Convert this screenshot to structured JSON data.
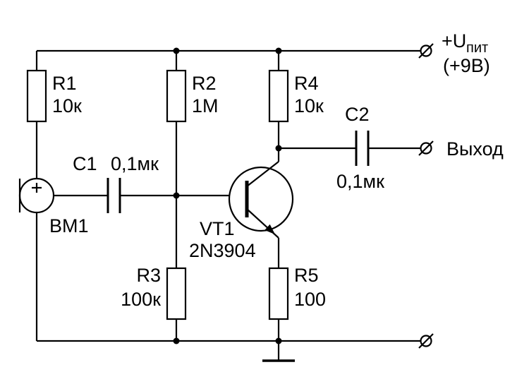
{
  "diagram": {
    "type": "circuit-schematic",
    "description": "Single-transistor microphone amplifier stage",
    "power": {
      "u": "+U",
      "sub": "пит",
      "volts": "(+9В)"
    },
    "output": {
      "label": "Выход"
    },
    "components": {
      "r1": {
        "ref": "R1",
        "value": "10к"
      },
      "r2": {
        "ref": "R2",
        "value": "1М"
      },
      "r3": {
        "ref": "R3",
        "value": "100к"
      },
      "r4": {
        "ref": "R4",
        "value": "10к"
      },
      "r5": {
        "ref": "R5",
        "value": "100"
      },
      "c1": {
        "ref": "C1",
        "value": "0,1мк"
      },
      "c2": {
        "ref": "C2",
        "value": "0,1мк"
      },
      "vt1": {
        "ref": "VT1",
        "value": "2N3904"
      },
      "bm1": {
        "ref": "BM1"
      }
    },
    "colors": {
      "line": "#000000",
      "background": "#ffffff"
    }
  }
}
